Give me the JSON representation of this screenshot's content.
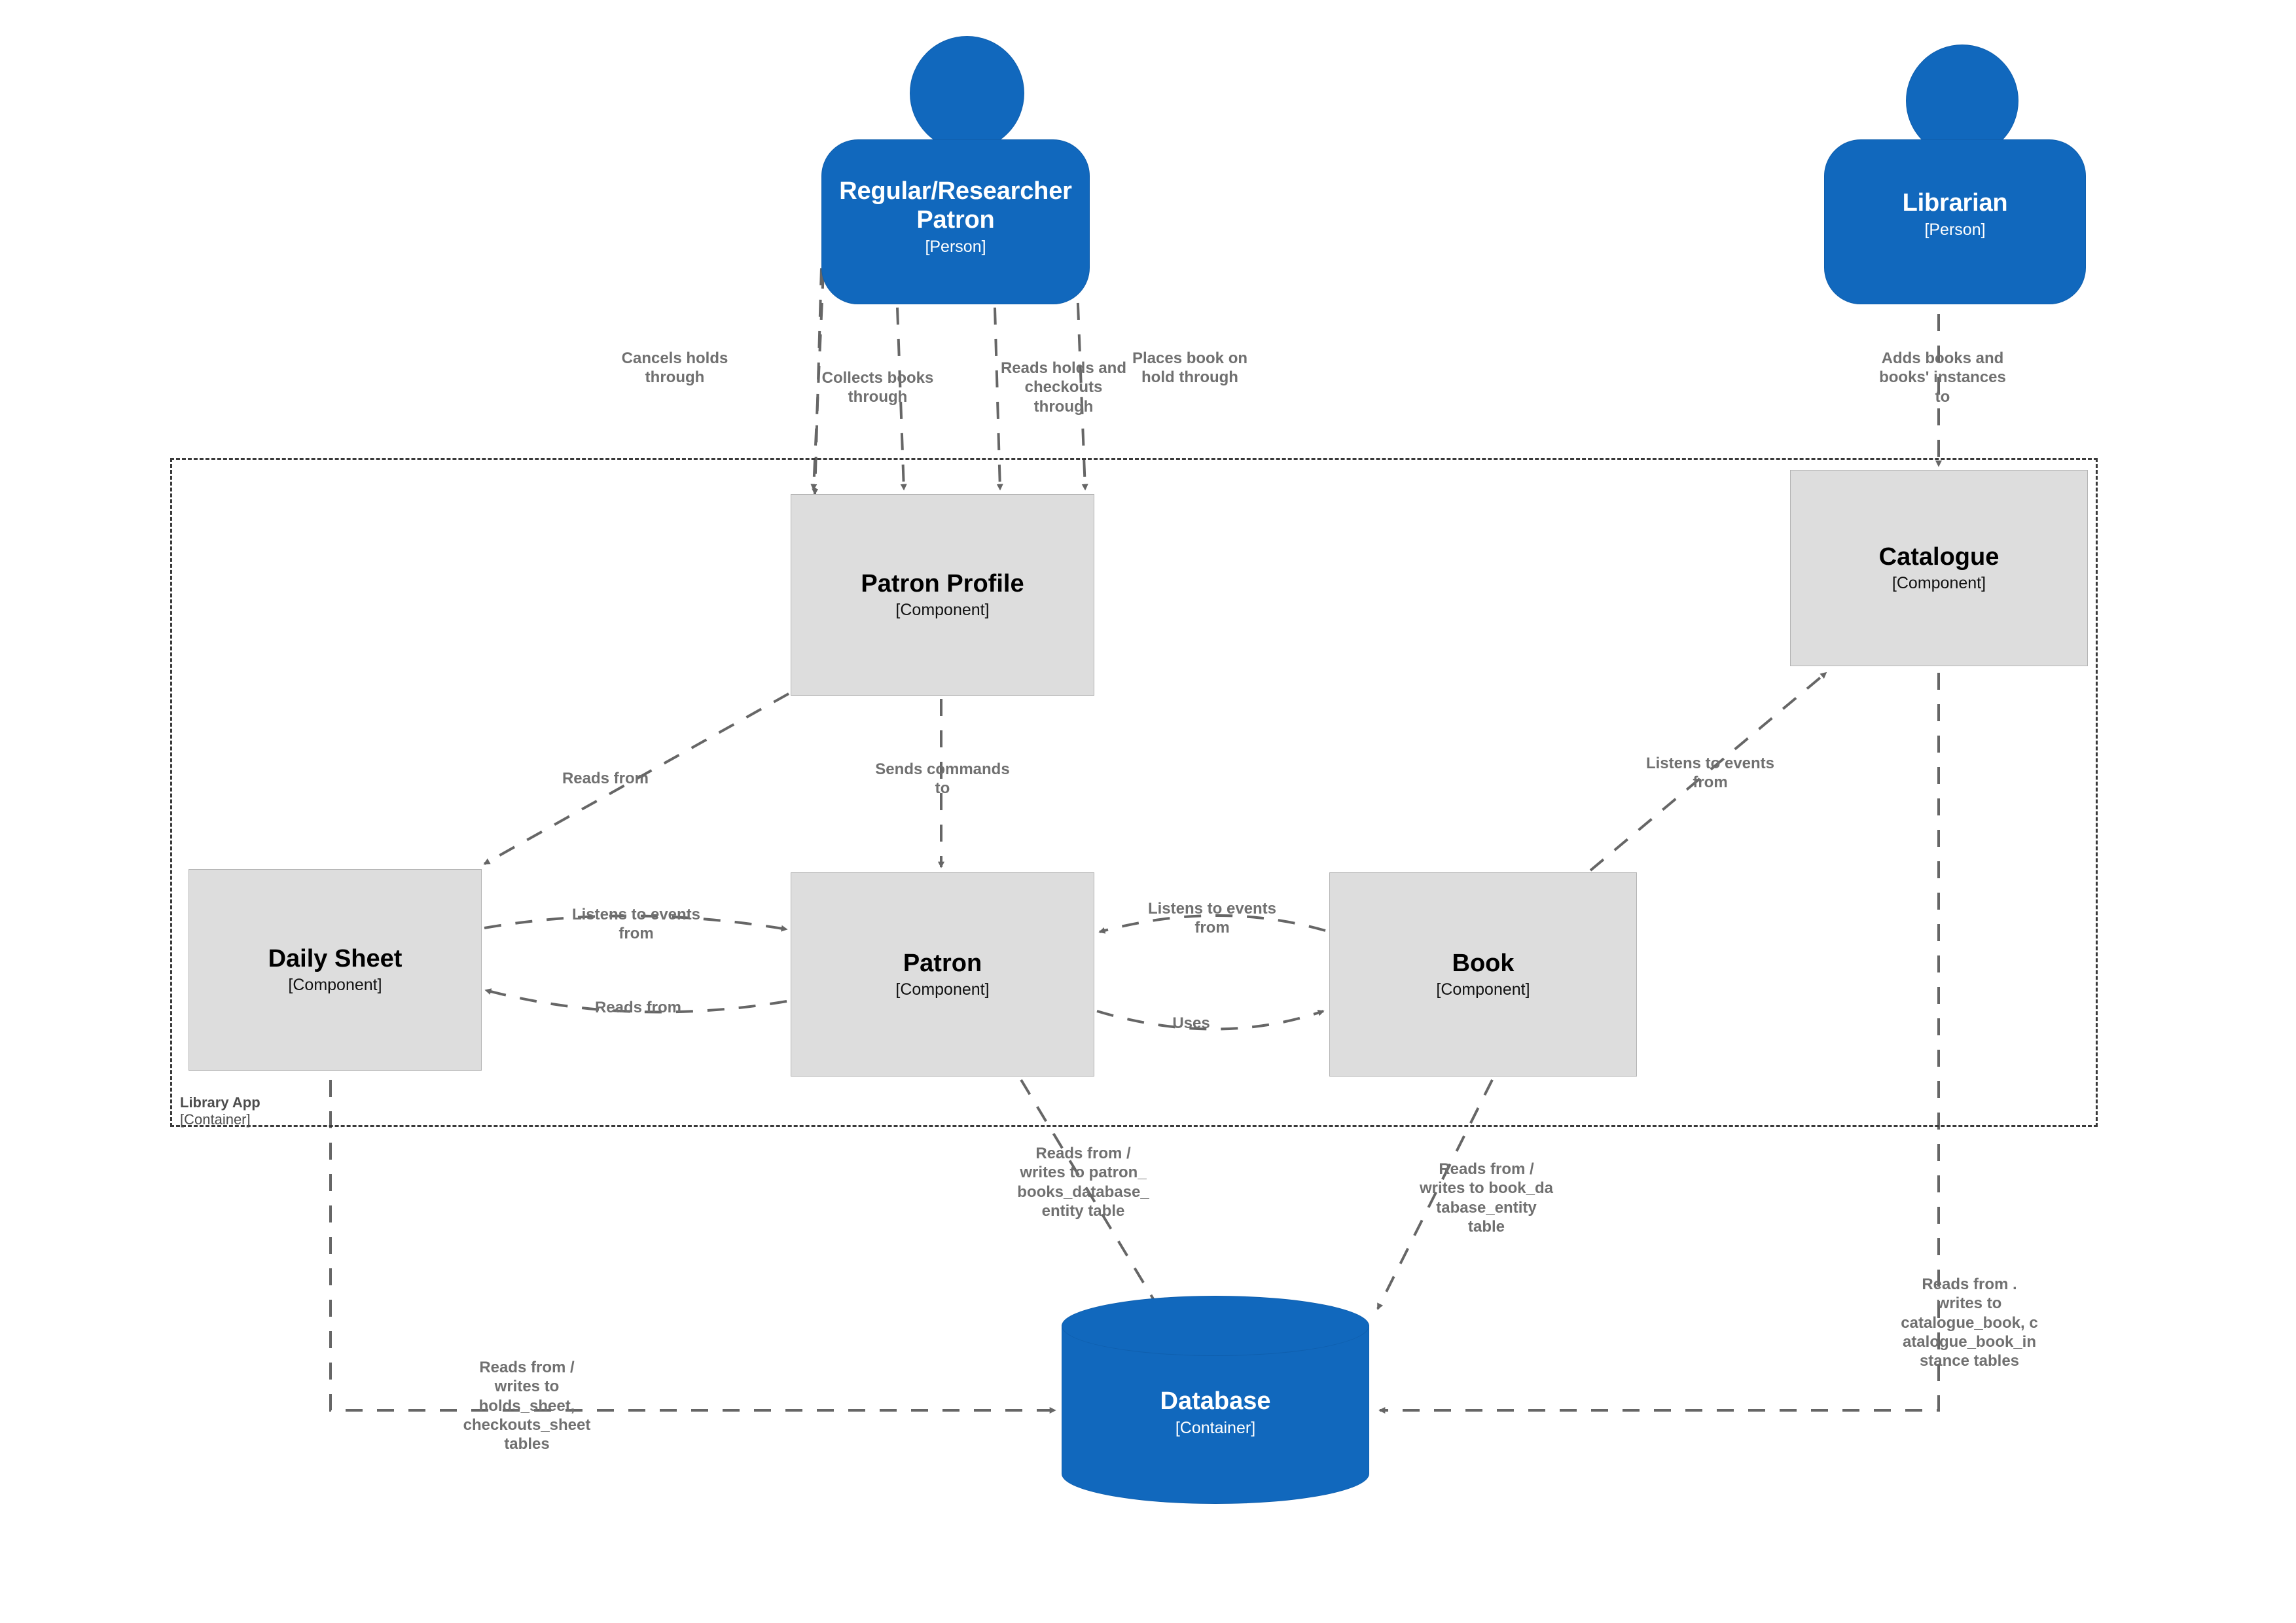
{
  "diagram": {
    "title": "Library App Component Diagram",
    "colors": {
      "person_fill": "#1168BD",
      "person_stroke": "#0F5FAE",
      "component_fill": "#dddddd",
      "component_stroke": "#b3b3b3",
      "database_fill": "#1168BD",
      "edge_stroke": "#666666",
      "label_text": "#707070",
      "boundary_stroke": "#3a3a3a",
      "background": "#ffffff"
    }
  },
  "people": [
    {
      "id": "regular-researcher-patron",
      "name": "Regular/Researcher\nPatron",
      "name_line1": "Regular/Researcher",
      "name_line2": "Patron",
      "type": "[Person]"
    },
    {
      "id": "librarian",
      "name": "Librarian",
      "type": "[Person]"
    }
  ],
  "boundary": {
    "name": "Library App",
    "type": "[Container]"
  },
  "components": [
    {
      "id": "patron-profile",
      "name": "Patron Profile",
      "type": "[Component]"
    },
    {
      "id": "catalogue",
      "name": "Catalogue",
      "type": "[Component]"
    },
    {
      "id": "daily-sheet",
      "name": "Daily Sheet",
      "type": "[Component]"
    },
    {
      "id": "patron",
      "name": "Patron",
      "type": "[Component]"
    },
    {
      "id": "book",
      "name": "Book",
      "type": "[Component]"
    }
  ],
  "containers": [
    {
      "id": "database",
      "name": "Database",
      "type": "[Container]"
    }
  ],
  "relationships": [
    {
      "id": "rel-cancels-holds",
      "from": "regular-researcher-patron",
      "to": "patron-profile",
      "label": "Cancels holds\nthrough"
    },
    {
      "id": "rel-collects-books",
      "from": "regular-researcher-patron",
      "to": "patron-profile",
      "label": "Collects books\nthrough"
    },
    {
      "id": "rel-reads-holds",
      "from": "regular-researcher-patron",
      "to": "patron-profile",
      "label": "Reads holds and\ncheckouts\nthrough"
    },
    {
      "id": "rel-places-hold",
      "from": "regular-researcher-patron",
      "to": "patron-profile",
      "label": "Places book on\nhold through"
    },
    {
      "id": "rel-adds-books",
      "from": "librarian",
      "to": "catalogue",
      "label": "Adds books and\nbooks' instances\nto"
    },
    {
      "id": "rel-profile-reads",
      "from": "patron-profile",
      "to": "daily-sheet",
      "label": "Reads from"
    },
    {
      "id": "rel-profile-commands",
      "from": "patron-profile",
      "to": "patron",
      "label": "Sends commands\nto"
    },
    {
      "id": "rel-sheet-listens",
      "from": "daily-sheet",
      "to": "patron",
      "label": "Listens to events\nfrom"
    },
    {
      "id": "rel-patron-reads-sheet",
      "from": "patron",
      "to": "daily-sheet",
      "label": "Reads from"
    },
    {
      "id": "rel-patron-listens",
      "from": "patron",
      "to": "book",
      "label": "Listens to events\nfrom"
    },
    {
      "id": "rel-patron-uses-book",
      "from": "patron",
      "to": "book",
      "label": "Uses"
    },
    {
      "id": "rel-catalogue-listens",
      "from": "catalogue",
      "to": "book",
      "label": "Listens to events\nfrom"
    },
    {
      "id": "rel-patron-db",
      "from": "patron",
      "to": "database",
      "label": "Reads from /\nwrites to patron_\nbooks_database_\nentity table"
    },
    {
      "id": "rel-book-db",
      "from": "book",
      "to": "database",
      "label": "Reads from /\nwrites to book_da\ntabase_entity\ntable"
    },
    {
      "id": "rel-sheet-db",
      "from": "daily-sheet",
      "to": "database",
      "label": "Reads from /\nwrites to\nholds_sheet,\ncheckouts_sheet\ntables"
    },
    {
      "id": "rel-catalogue-db",
      "from": "catalogue",
      "to": "database",
      "label": "Reads from .\nwrites to\ncatalogue_book, c\natalogue_book_in\nstance tables"
    }
  ]
}
